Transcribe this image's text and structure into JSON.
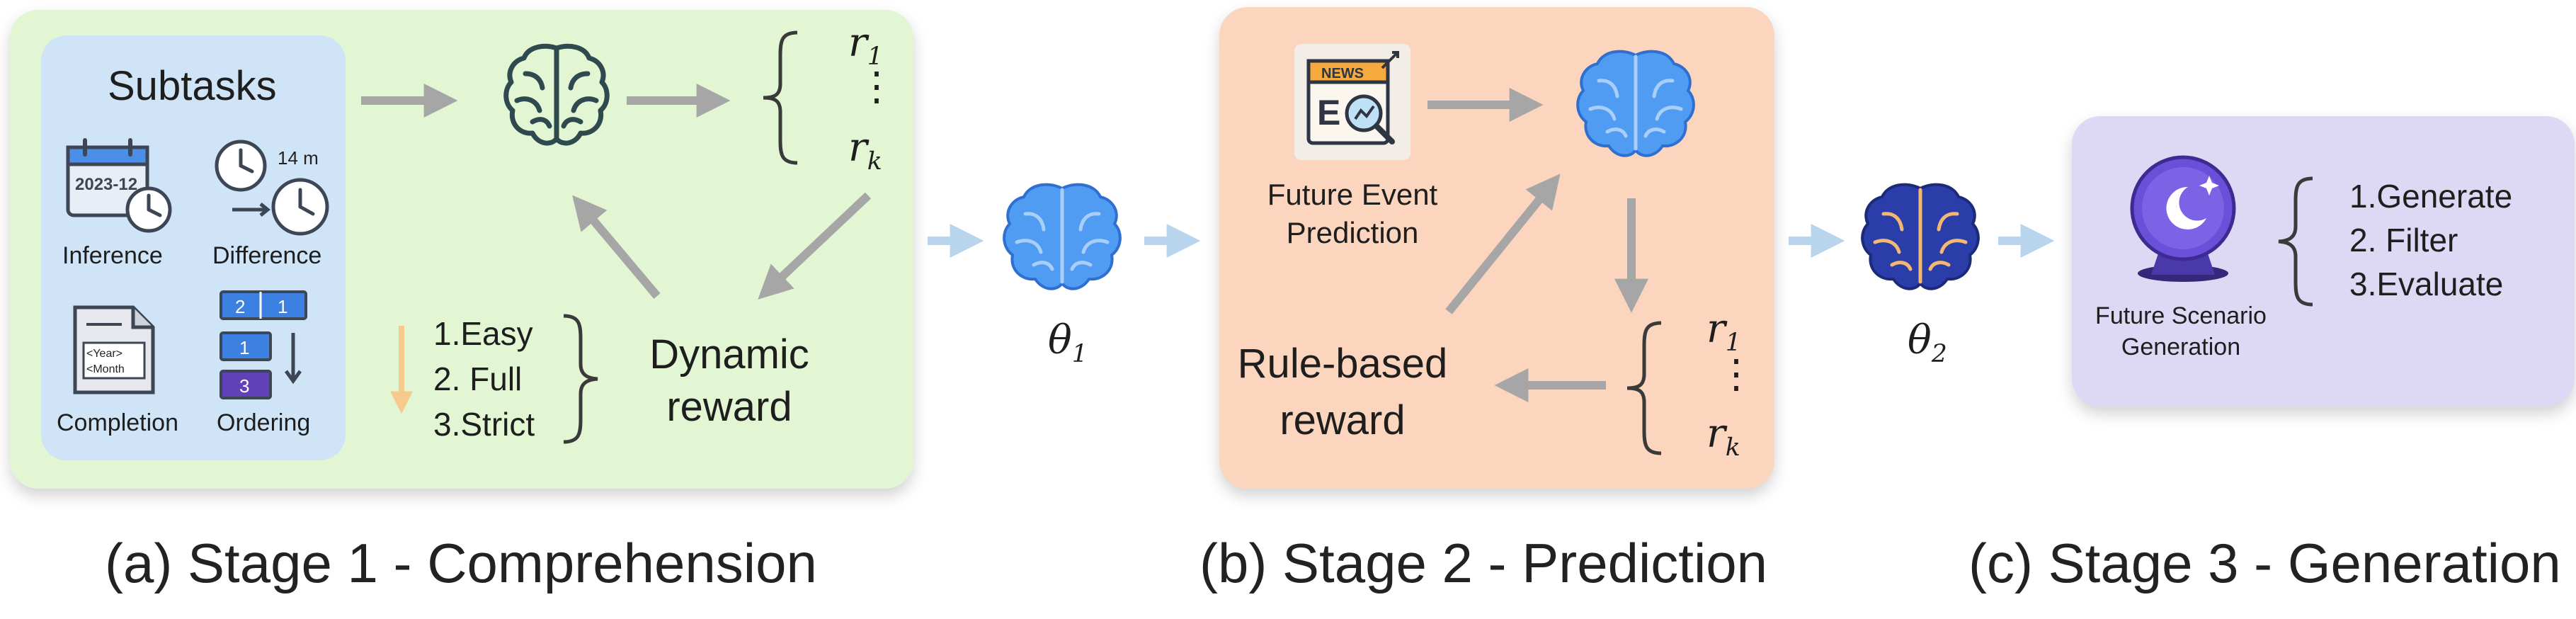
{
  "stage1": {
    "subtasks_title": "Subtasks",
    "calendar_text": "2023-12",
    "clock_badge": "14 m",
    "inference_label": "Inference",
    "difference_label": "Difference",
    "completion_label": "Completion",
    "doc_text_1": "<Year>",
    "doc_text_2": "<Month",
    "ordering_label": "Ordering",
    "order_block_1": "2",
    "order_block_2": "1",
    "order_block_3": "1",
    "order_block_4": "3",
    "reward_r": "r",
    "reward_sub_1": "1",
    "reward_sub_k": "k",
    "reward_ellipsis": "⋮",
    "levels": [
      "1.Easy",
      "2. Full",
      "3.Strict"
    ],
    "dynamic_reward_line1": "Dynamic",
    "dynamic_reward_line2": "reward",
    "caption": "(a) Stage 1 - Comprehension"
  },
  "theta1": {
    "symbol": "θ",
    "sub": "1"
  },
  "stage2": {
    "news_label": "NEWS",
    "news_e": "E",
    "future_event_line1": "Future Event",
    "future_event_line2": "Prediction",
    "reward_r": "r",
    "reward_sub_1": "1",
    "reward_sub_k": "k",
    "reward_ellipsis": "⋮",
    "rule_reward_line1": "Rule-based",
    "rule_reward_line2": "reward",
    "caption": "(b) Stage 2 - Prediction"
  },
  "theta2": {
    "symbol": "θ",
    "sub": "2"
  },
  "stage3": {
    "scenario_line1": "Future Scenario",
    "scenario_line2": "Generation",
    "steps": [
      "1.Generate",
      "2. Filter",
      "3.Evaluate"
    ],
    "caption": "(c) Stage 3 - Generation"
  },
  "colors": {
    "stage1_bg": "#e3f6d4",
    "subtasks_bg": "#cfe5f7",
    "stage2_bg": "#fbd5be",
    "stage3_bg": "#ddd8f3",
    "arrow_gray": "#a6a6a6",
    "arrow_blue": "#b9d5ee",
    "arrow_orange": "#f6c98c",
    "brain_blue": "#4f9cf2",
    "brain_dark": "#2a3da8"
  }
}
